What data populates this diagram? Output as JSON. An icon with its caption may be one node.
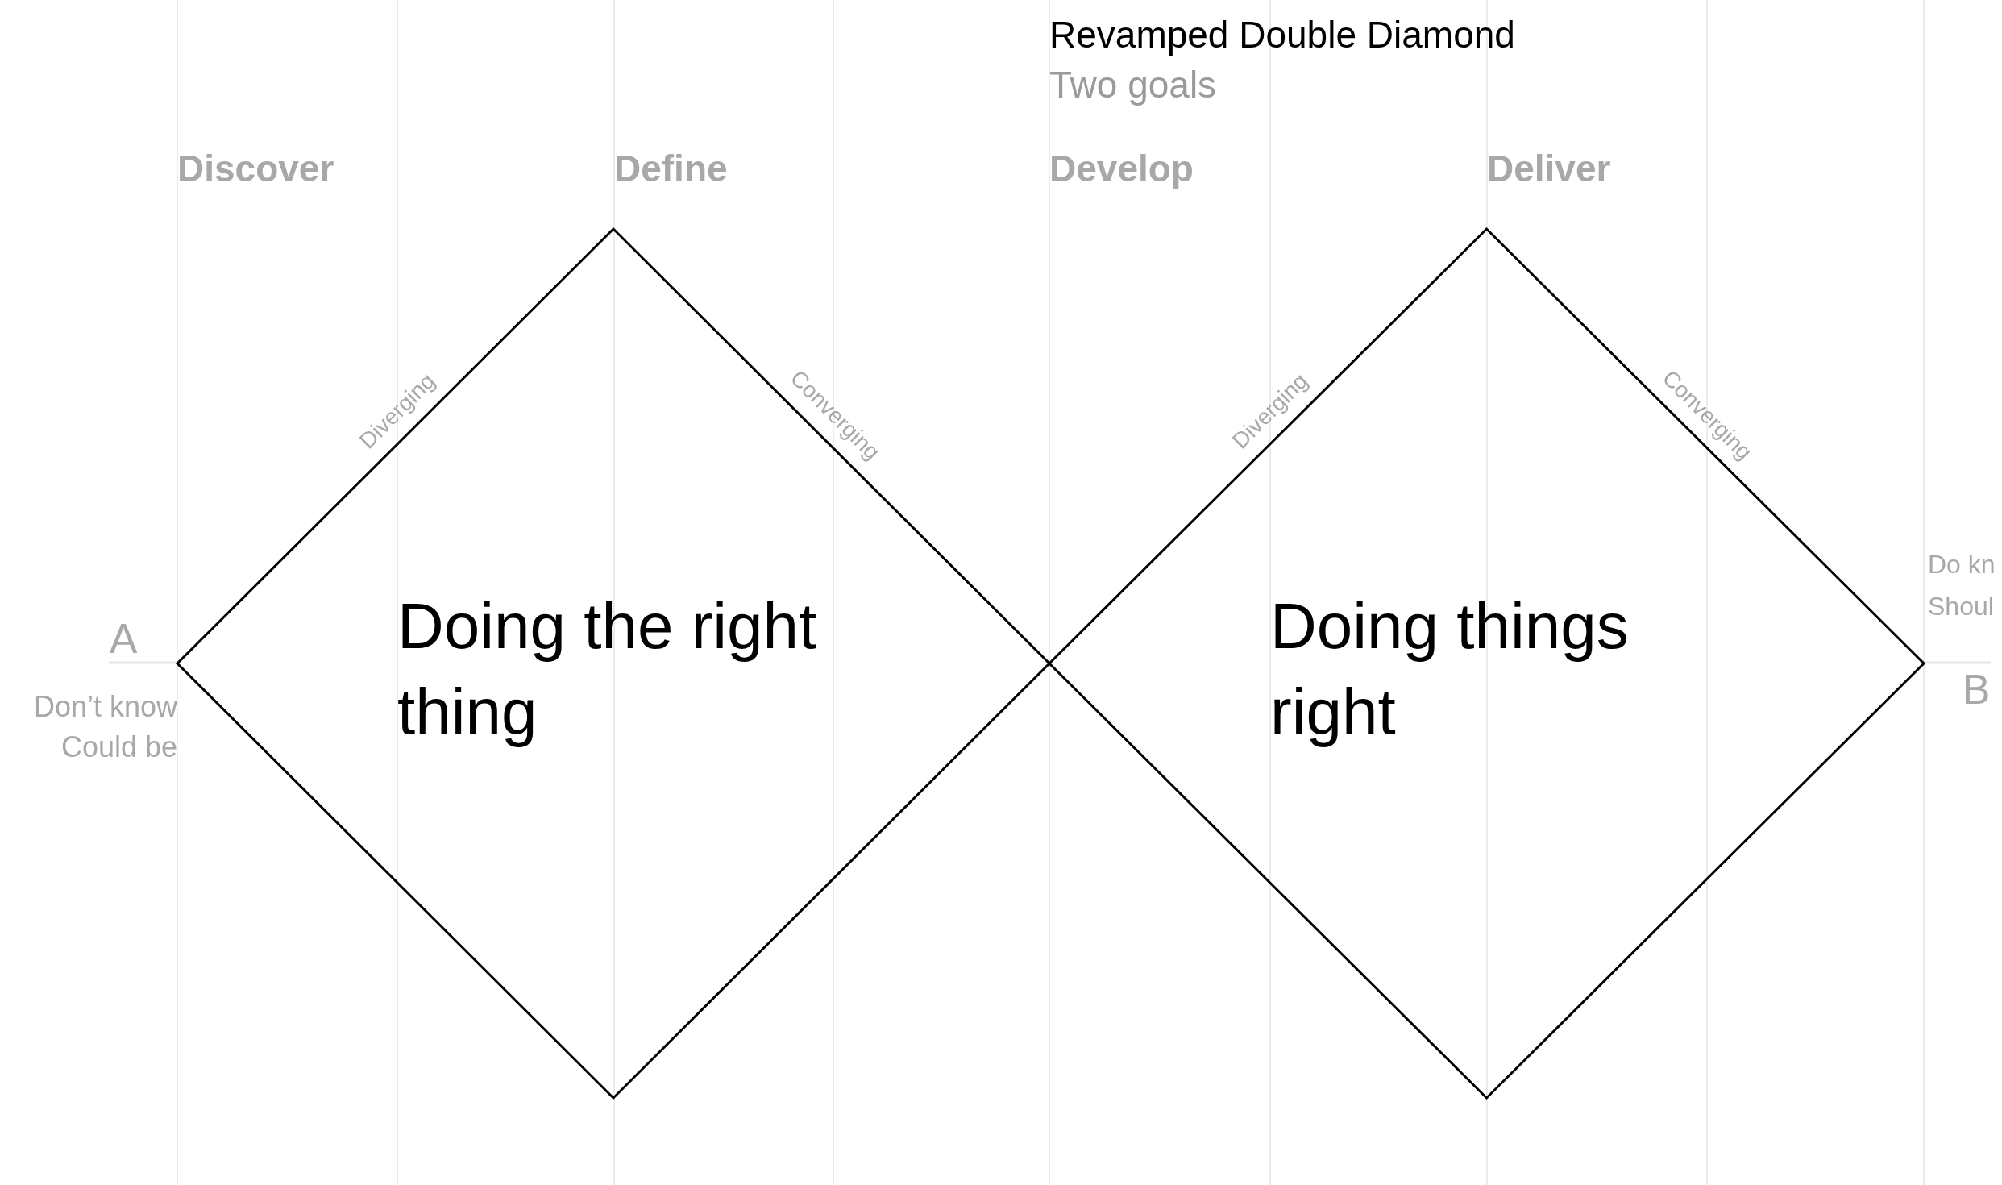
{
  "diagram": {
    "title": "Revamped Double Diamond",
    "nodes": [
      {
        "text": [
          "Doing the right thing"
        ]
      },
      {
        "text": [
          "Doing things right"
        ]
      }
    ],
    "labels": [
      "Two goals",
      "Discover",
      "Define",
      "Develop",
      "Deliver",
      "Diverging",
      "Converging",
      "Diverging",
      "Converging",
      "A",
      "Don’t know",
      "Could be",
      "Do kn",
      "Shoul",
      "B"
    ]
  }
}
